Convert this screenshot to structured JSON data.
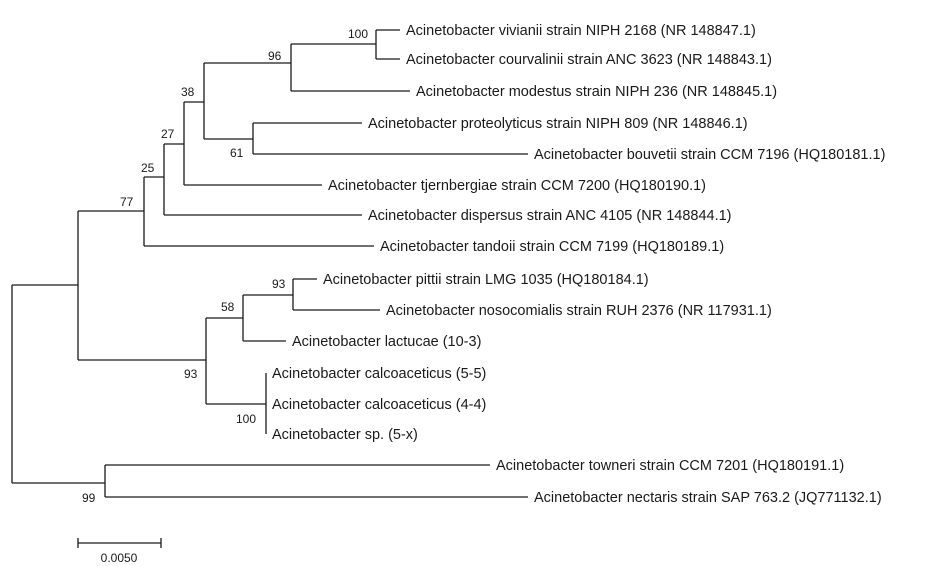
{
  "tree": {
    "taxa": [
      "Acinetobacter vivianii strain NIPH 2168 (NR 148847.1)",
      "Acinetobacter courvalinii strain ANC 3623 (NR 148843.1)",
      "Acinetobacter modestus strain NIPH 236 (NR 148845.1)",
      "Acinetobacter proteolyticus strain NIPH 809 (NR 148846.1)",
      "Acinetobacter bouvetii strain CCM 7196 (HQ180181.1)",
      "Acinetobacter tjernbergiae strain CCM 7200 (HQ180190.1)",
      "Acinetobacter dispersus strain ANC 4105 (NR 148844.1)",
      "Acinetobacter tandoii strain CCM 7199 (HQ180189.1)",
      "Acinetobacter pittii strain LMG 1035 (HQ180184.1)",
      "Acinetobacter nosocomialis strain RUH 2376 (NR 117931.1)",
      "Acinetobacter lactucae (10-3)",
      "Acinetobacter calcoaceticus (5-5)",
      "Acinetobacter calcoaceticus (4-4)",
      "Acinetobacter sp. (5-x)",
      "Acinetobacter towneri strain CCM 7201 (HQ180191.1)",
      "Acinetobacter nectaris strain SAP 763.2 (JQ771132.1)"
    ],
    "bootstrap": [
      "100",
      "96",
      "38",
      "61",
      "27",
      "25",
      "77",
      "93",
      "58",
      "93",
      "100",
      "99"
    ],
    "scale_bar": {
      "label": "0.0050",
      "value": 0.005
    }
  }
}
